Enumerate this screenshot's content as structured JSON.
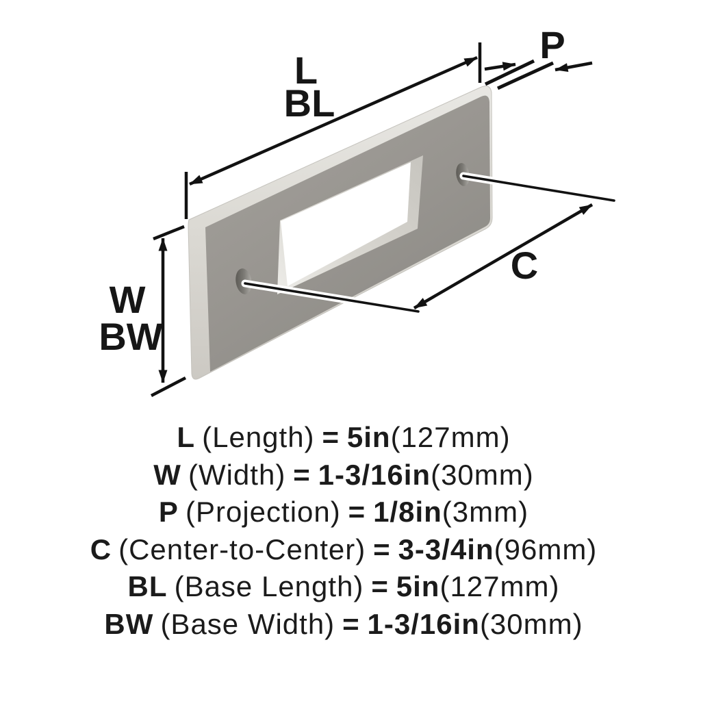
{
  "colors": {
    "background": "#ffffff",
    "line": "#121212",
    "text": "#1b1b1b",
    "plate_face": "#999691",
    "plate_edge": "#d9d7d1",
    "cutout_wall": "#d5d3cd",
    "hole_dark": "#5a5853"
  },
  "diagram": {
    "labels": {
      "length": "L",
      "base_length": "BL",
      "width": "W",
      "base_width": "BW",
      "projection": "P",
      "center_to_center": "C"
    }
  },
  "legend": {
    "rows": [
      {
        "key": "L",
        "name": "(Length)",
        "eq": "=",
        "value": "5in",
        "metric": "(127mm)"
      },
      {
        "key": "W",
        "name": "(Width)",
        "eq": "=",
        "value": "1-3/16in",
        "metric": "(30mm)"
      },
      {
        "key": "P",
        "name": "(Projection)",
        "eq": "=",
        "value": "1/8in",
        "metric": "(3mm)"
      },
      {
        "key": "C",
        "name": "(Center-to-Center)",
        "eq": "=",
        "value": "3-3/4in",
        "metric": "(96mm)"
      },
      {
        "key": "BL",
        "name": "(Base Length)",
        "eq": "=",
        "value": "5in",
        "metric": "(127mm)"
      },
      {
        "key": "BW",
        "name": "(Base Width)",
        "eq": "=",
        "value": "1-3/16in",
        "metric": "(30mm)"
      }
    ]
  }
}
